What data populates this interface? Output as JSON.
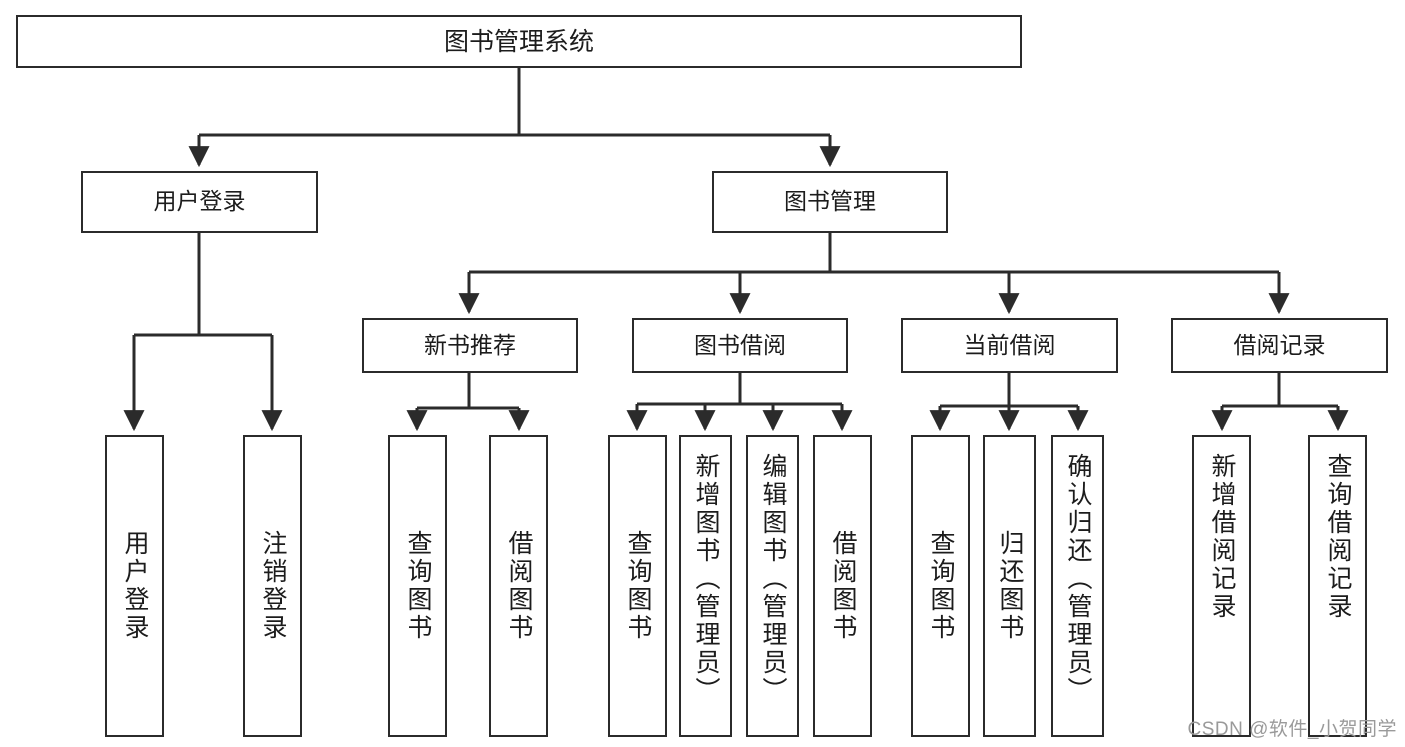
{
  "diagram": {
    "type": "tree",
    "title": "图书管理系统",
    "root": {
      "label": "图书管理系统"
    },
    "level1": [
      {
        "label": "用户登录"
      },
      {
        "label": "图书管理"
      }
    ],
    "level2": [
      {
        "label": "新书推荐"
      },
      {
        "label": "图书借阅"
      },
      {
        "label": "当前借阅"
      },
      {
        "label": "借阅记录"
      }
    ],
    "leaves": {
      "user_login": [
        {
          "label": "用户登录"
        },
        {
          "label": "注销登录"
        }
      ],
      "new_book_recommend": [
        {
          "label": "查询图书"
        },
        {
          "label": "借阅图书"
        }
      ],
      "book_borrow": [
        {
          "label": "查询图书"
        },
        {
          "label": "新增图书（管理员）"
        },
        {
          "label": "编辑图书（管理员）"
        },
        {
          "label": "借阅图书"
        }
      ],
      "current_borrow": [
        {
          "label": "查询图书"
        },
        {
          "label": "归还图书"
        },
        {
          "label": "确认归还（管理员）"
        }
      ],
      "borrow_record": [
        {
          "label": "新增借阅记录"
        },
        {
          "label": "查询借阅记录"
        }
      ]
    }
  },
  "watermark": {
    "text": "CSDN @软件_小贺同学"
  },
  "colors": {
    "stroke": "#2b2b2b",
    "fill": "#ffffff",
    "text": "#1c1c1c",
    "watermark": "#9a9a9a"
  }
}
